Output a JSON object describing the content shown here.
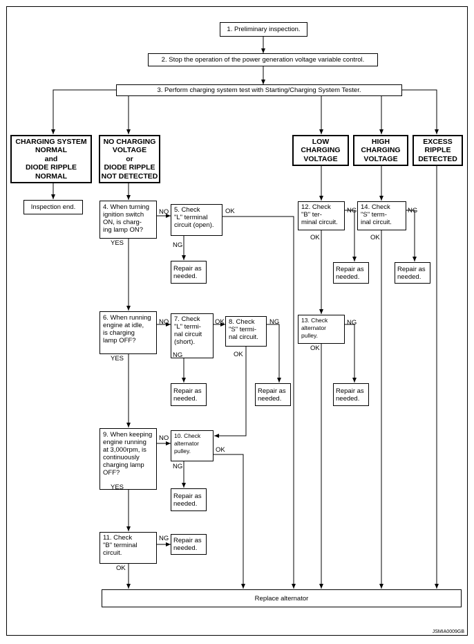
{
  "steps": {
    "s1": "1. Preliminary inspection.",
    "s2": "2. Stop the operation of the power generation voltage variable control.",
    "s3": "3. Perform charging system test with Starting/Charging System Tester."
  },
  "results": {
    "normal": "CHARGING SYSTEM\nNORMAL\nand\nDIODE RIPPLE\nNORMAL",
    "no_charging": "NO CHARGING\nVOLTAGE\nor\nDIODE RIPPLE\nNOT DETECTED",
    "low": "LOW\nCHARGING\nVOLTAGE",
    "high": "HIGH\nCHARGING\nVOLTAGE",
    "excess": "EXCESS\nRIPPLE\nDETECTED"
  },
  "inspection_end": "Inspection end.",
  "questions": {
    "q4": "4. When turning\n    ignition switch\n    ON, is charg-\n    ing lamp ON?",
    "q6": "6. When running\n    engine at idle,\n    is charging\n    lamp OFF?",
    "q9": "9. When keeping\n    engine running\n    at 3,000rpm, is\n    continuously\n    charging lamp\n    OFF?"
  },
  "checks": {
    "c5": "5. Check\n   \"L\" terminal\n   circuit (open).",
    "c7": "7. Check\n   \"L\" termi-\n   nal circuit\n   (short).",
    "c8": "8. Check\n   \"S\" termi-\n   nal circuit.",
    "c10": "10. Check\n    alternator\n    pulley.",
    "c11": "11. Check\n   \"B\" terminal\n   circuit.",
    "c12": "12. Check\n   \"B\" ter-\n   minal circuit.",
    "c13": "13. Check\n   alternator\n   pulley.",
    "c14": "14. Check\n   \"S\" term-\n   inal circuit."
  },
  "repair": "Repair as\nneeded.",
  "replace": "Replace alternator",
  "labels": {
    "yes": "YES",
    "no": "NO",
    "ok": "OK",
    "ng": "NG"
  },
  "figure_code": "JSMIA0009GB"
}
